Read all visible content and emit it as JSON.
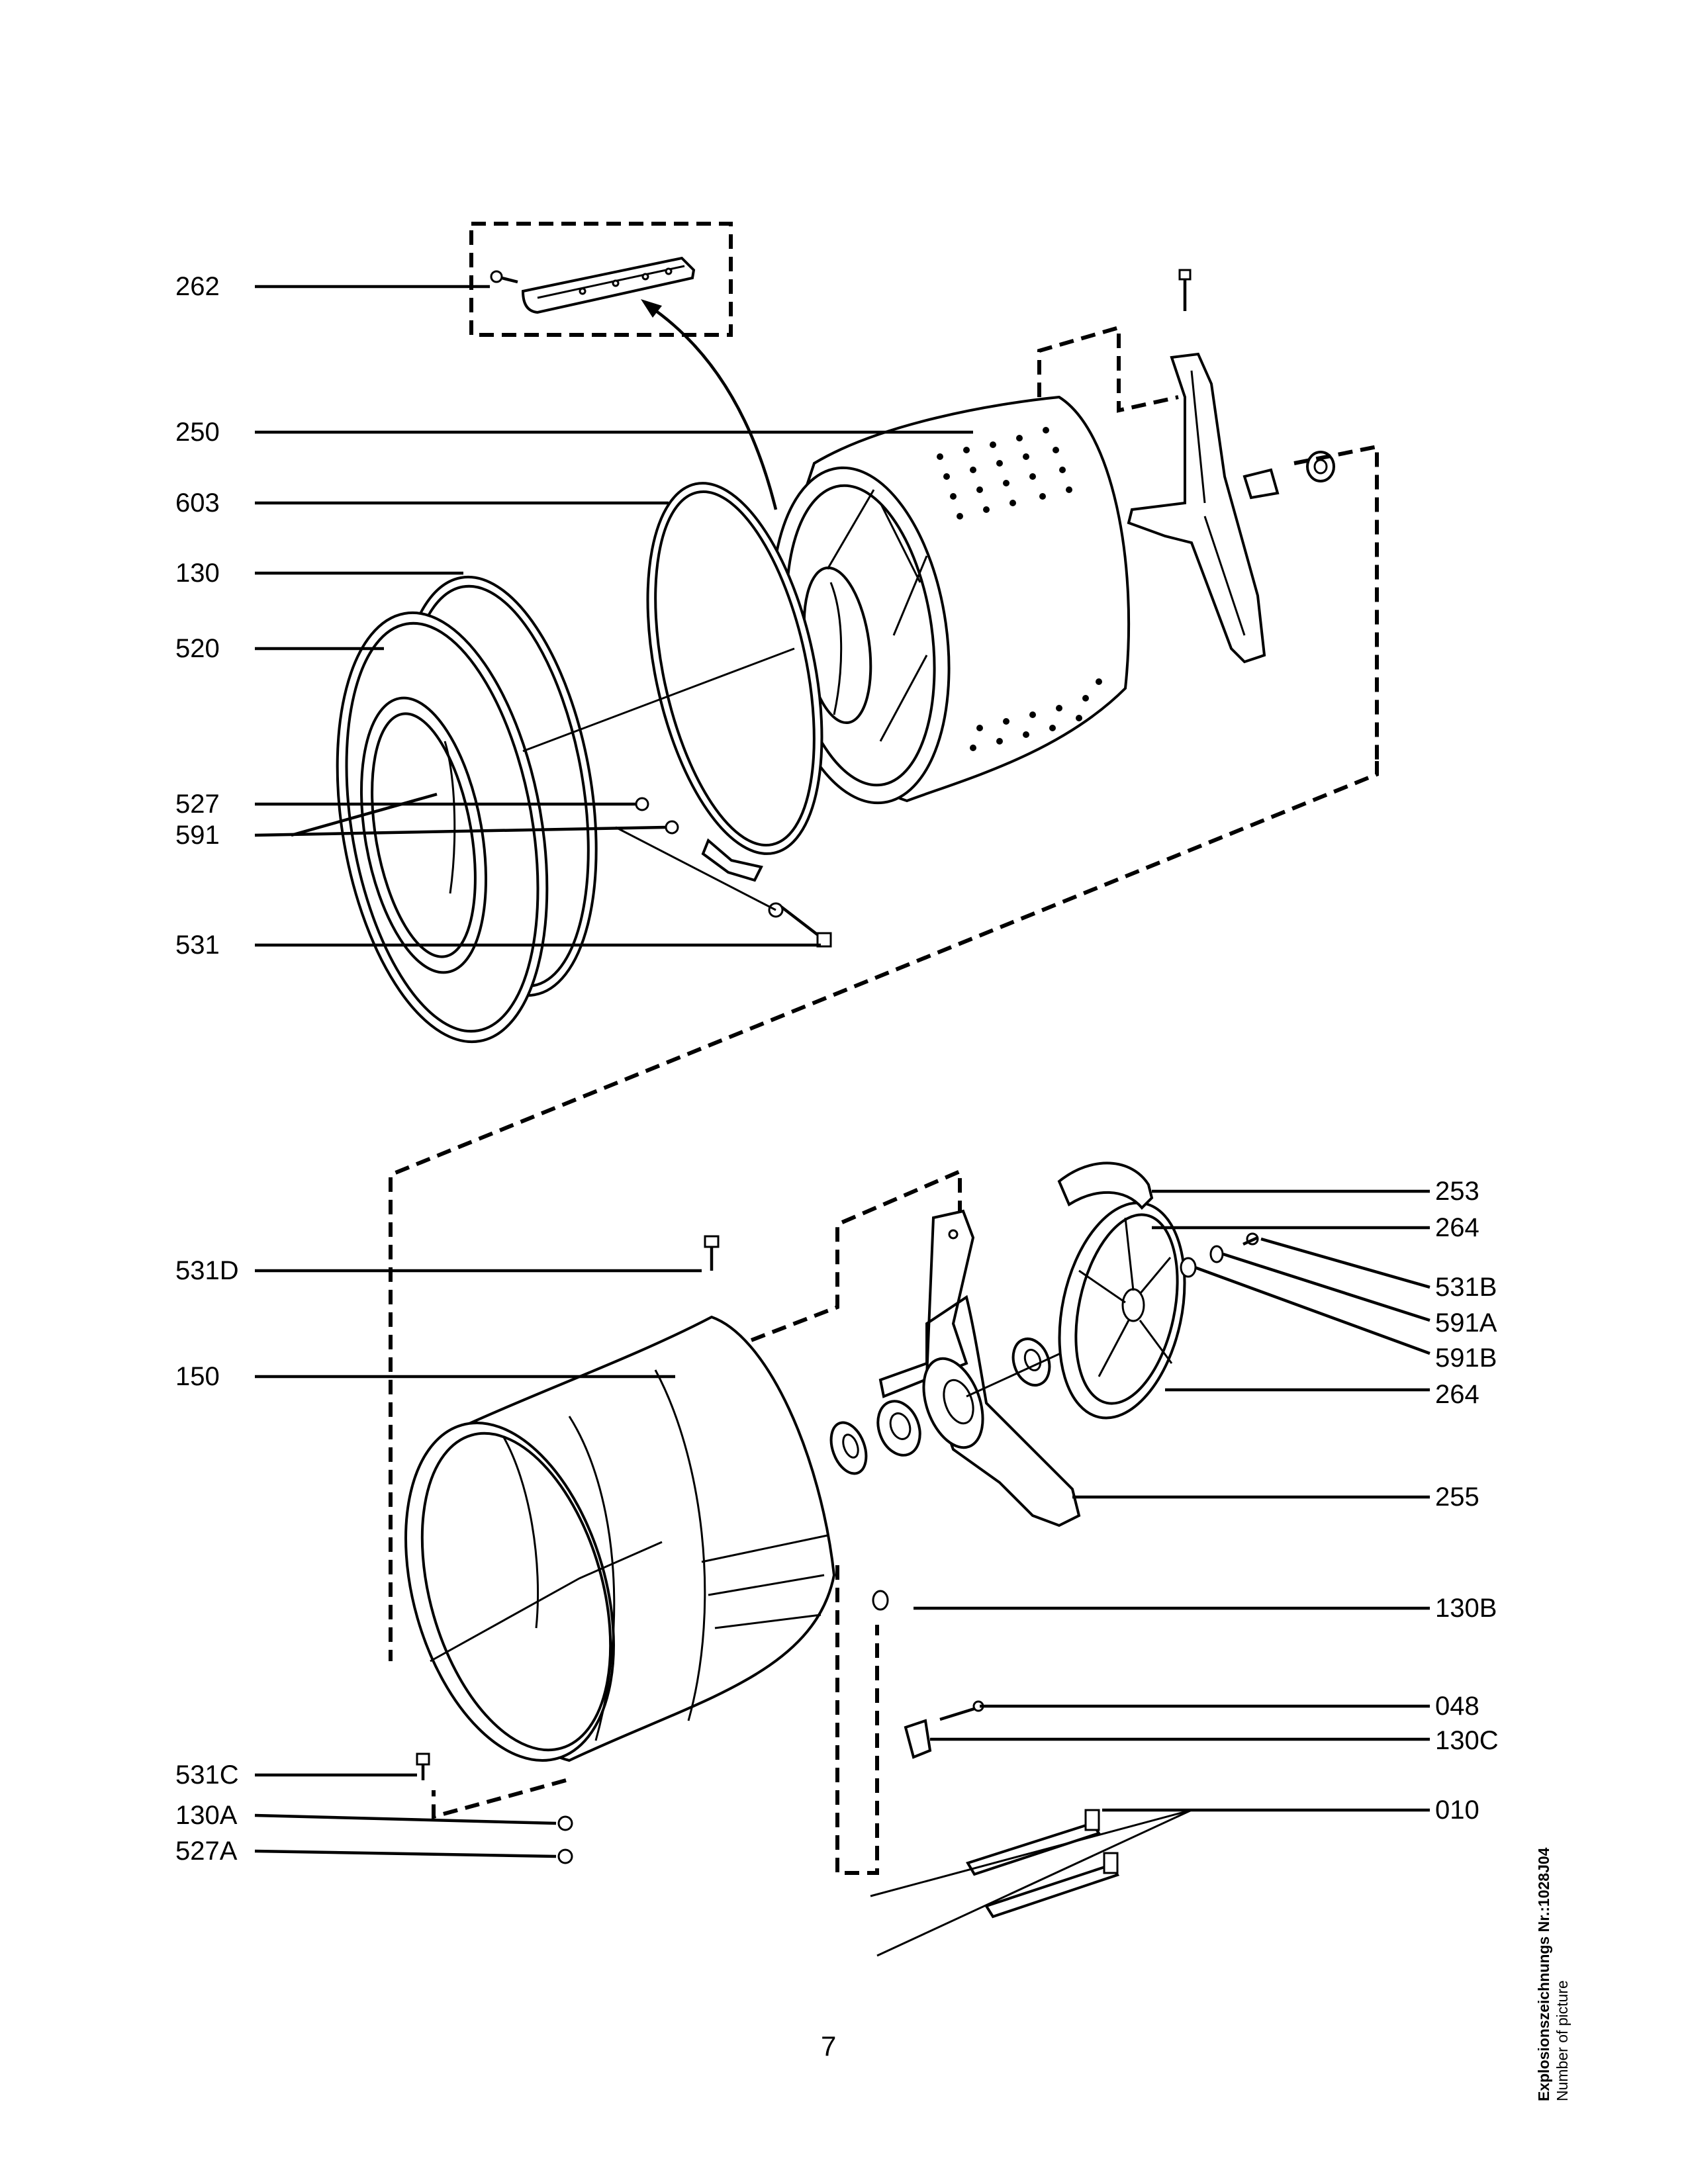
{
  "labels_left_top": [
    "262",
    "250",
    "603",
    "130",
    "520",
    "527",
    "591",
    "531"
  ],
  "labels_left_bottom": [
    "531D",
    "150",
    "531C",
    "130A",
    "527A"
  ],
  "labels_right": [
    "253",
    "264",
    "531B",
    "591A",
    "591B",
    "264",
    "255",
    "130B",
    "048",
    "130C",
    "010"
  ],
  "page_number": "7",
  "caption": {
    "line1": "Explosionszeichnungs Nr.:1028J04",
    "line2": "Number of picture"
  }
}
